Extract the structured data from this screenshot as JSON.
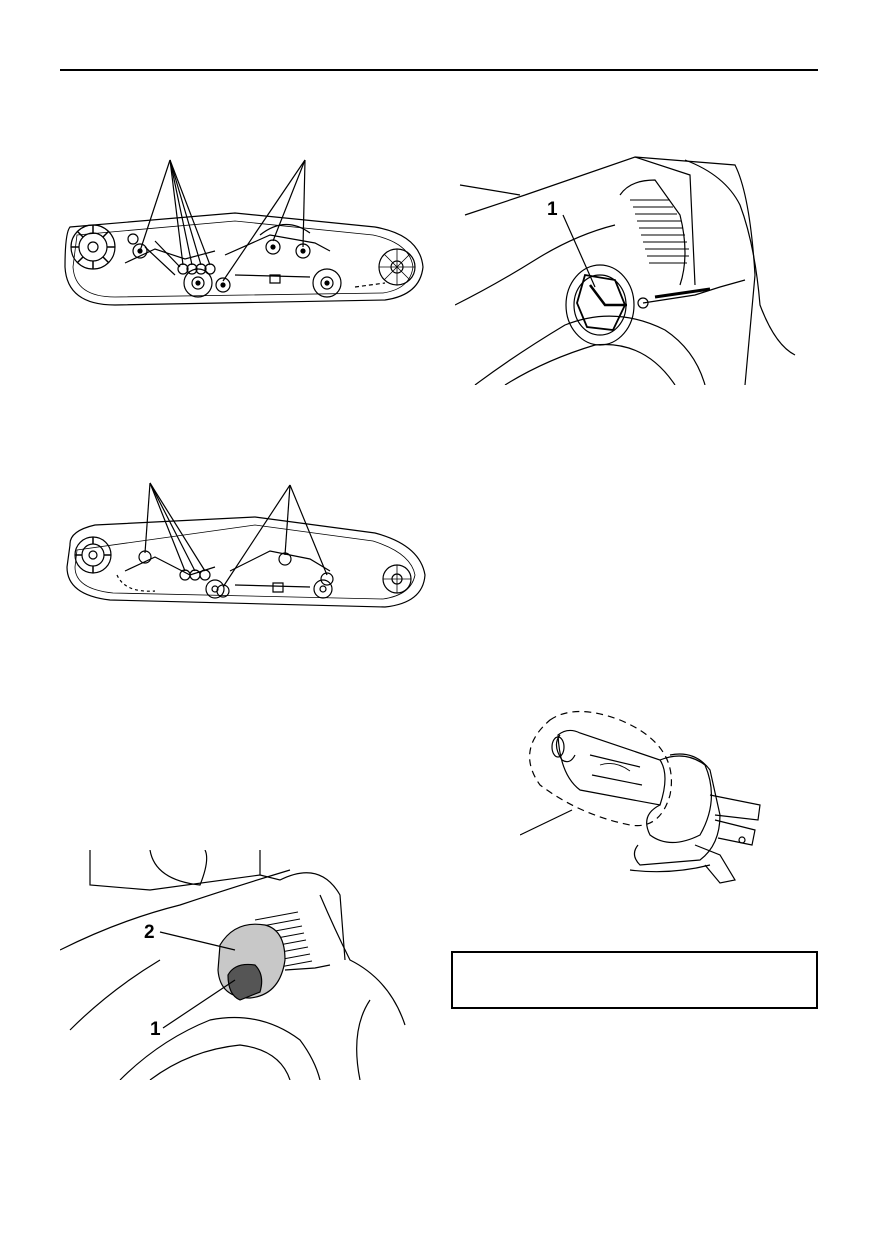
{
  "page": {
    "header_rule": true
  },
  "figures": {
    "track_top": {
      "kind": "suspension-track-diagram"
    },
    "track_bottom": {
      "kind": "suspension-track-diagram"
    },
    "headlight_socket": {
      "kind": "headlight-bulb-holder",
      "callouts": [
        "1"
      ]
    },
    "headlight_cover": {
      "kind": "headlight-cover-removal",
      "callouts": [
        "2",
        "1"
      ]
    },
    "bulb": {
      "kind": "halogen-bulb"
    }
  },
  "notice_box": {
    "text": ""
  }
}
